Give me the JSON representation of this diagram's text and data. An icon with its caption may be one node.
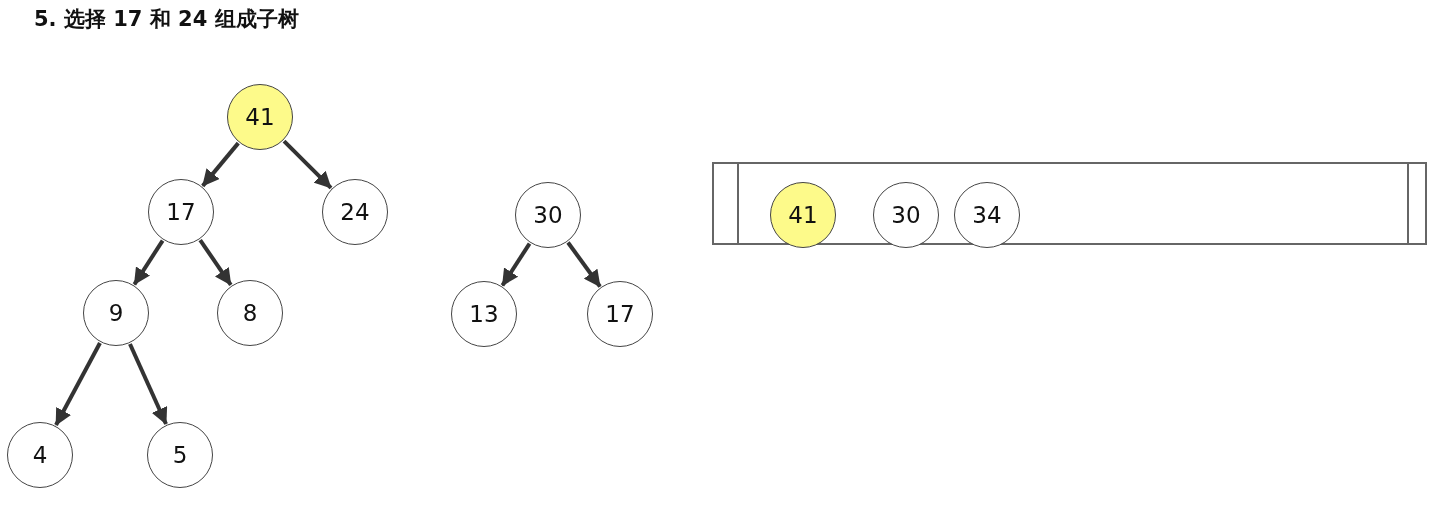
{
  "diagram": {
    "title": "5. 选择 17 和 24 组成子树",
    "nodes": [
      {
        "text": [
          "41"
        ]
      },
      {
        "text": [
          "17"
        ]
      },
      {
        "text": [
          "24"
        ]
      },
      {
        "text": [
          "9"
        ]
      },
      {
        "text": [
          "8"
        ]
      },
      {
        "text": [
          "4"
        ]
      },
      {
        "text": [
          "5"
        ]
      },
      {
        "text": [
          "30"
        ]
      },
      {
        "text": [
          "13"
        ]
      },
      {
        "text": [
          "17"
        ]
      },
      {
        "text": [],
        "shape": "box"
      },
      {
        "text": [
          "41"
        ],
        "in": 10
      },
      {
        "text": [
          "30"
        ],
        "in": 10
      },
      {
        "text": [
          "34"
        ],
        "in": 10
      }
    ],
    "edges": [
      {
        "from": 0,
        "to": 1,
        "arrow": "to"
      },
      {
        "from": 0,
        "to": 2,
        "arrow": "to"
      },
      {
        "from": 1,
        "to": 3,
        "arrow": "to"
      },
      {
        "from": 1,
        "to": 4,
        "arrow": "to"
      },
      {
        "from": 3,
        "to": 5,
        "arrow": "to"
      },
      {
        "from": 3,
        "to": 6,
        "arrow": "to"
      },
      {
        "from": 7,
        "to": 8,
        "arrow": "to"
      },
      {
        "from": 7,
        "to": 9,
        "arrow": "to"
      }
    ]
  }
}
